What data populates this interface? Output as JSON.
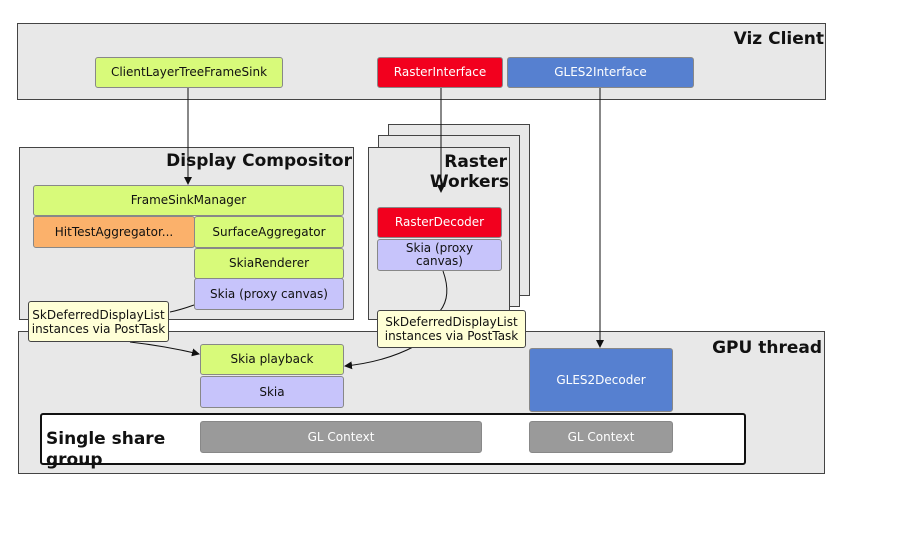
{
  "viz_client": {
    "title": "Viz Client",
    "client_frame_sink": "ClientLayerTreeFrameSink",
    "raster_interface": "RasterInterface",
    "gles2_interface": "GLES2Interface"
  },
  "display_compositor": {
    "title": "Display Compositor",
    "frame_sink_manager": "FrameSinkManager",
    "hit_test_aggregator": "HitTestAggregator...",
    "surface_aggregator": "SurfaceAggregator",
    "skia_renderer": "SkiaRenderer",
    "skia_proxy": "Skia (proxy canvas)"
  },
  "raster_workers": {
    "title_line1": "Raster",
    "title_line2": "Workers",
    "raster_decoder": "RasterDecoder",
    "skia_proxy_line1": "Skia (proxy",
    "skia_proxy_line2": "canvas)"
  },
  "notes": {
    "left_line1": "SkDeferredDisplayList",
    "left_line2": "instances via PostTask",
    "right_line1": "SkDeferredDisplayList",
    "right_line2": "instances via PostTask"
  },
  "gpu_thread": {
    "title": "GPU thread",
    "skia_playback": "Skia playback",
    "skia": "Skia",
    "gles2_decoder": "GLES2Decoder",
    "share_group_title": "Single share group",
    "gl_context_1": "GL Context",
    "gl_context_2": "GL Context"
  },
  "colors": {
    "green": "#d8fa7a",
    "red": "#f2001e",
    "blue": "#5680d0",
    "orange": "#fbb16b",
    "lavender": "#c7c4fb",
    "gray": "#9a9a9a",
    "note": "#ffffd6",
    "region": "#e8e8e8"
  }
}
